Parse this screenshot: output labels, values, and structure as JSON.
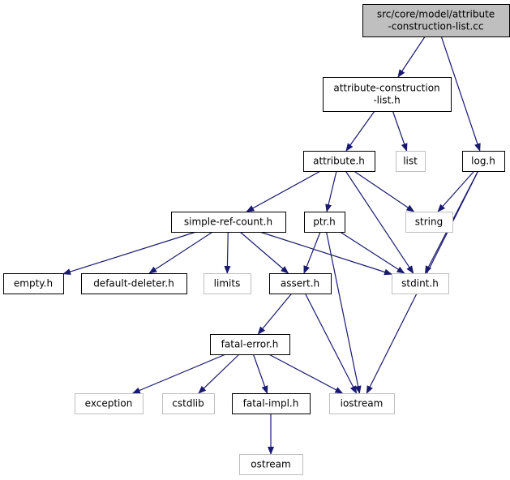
{
  "colors": {
    "edge": "#191970",
    "root_fill": "#bfbfbf",
    "root_border": "#000000",
    "node_border": "#000000",
    "external_border": "#bfbfbf",
    "text": "#000000",
    "external_text": "#000000"
  },
  "nodes": {
    "root": {
      "lines": [
        "src/core/model/attribute",
        "-construction-list.cc"
      ],
      "kind": "root"
    },
    "acl_h": {
      "lines": [
        "attribute-construction",
        "-list.h"
      ],
      "kind": "file"
    },
    "list": {
      "lines": [
        "list"
      ],
      "kind": "external"
    },
    "log_h": {
      "lines": [
        "log.h"
      ],
      "kind": "file"
    },
    "attribute_h": {
      "lines": [
        "attribute.h"
      ],
      "kind": "file"
    },
    "simple_ref_count_h": {
      "lines": [
        "simple-ref-count.h"
      ],
      "kind": "file"
    },
    "ptr_h": {
      "lines": [
        "ptr.h"
      ],
      "kind": "file"
    },
    "string": {
      "lines": [
        "string"
      ],
      "kind": "external"
    },
    "empty_h": {
      "lines": [
        "empty.h"
      ],
      "kind": "file"
    },
    "default_deleter_h": {
      "lines": [
        "default-deleter.h"
      ],
      "kind": "file"
    },
    "limits": {
      "lines": [
        "limits"
      ],
      "kind": "external"
    },
    "assert_h": {
      "lines": [
        "assert.h"
      ],
      "kind": "file"
    },
    "stdint_h": {
      "lines": [
        "stdint.h"
      ],
      "kind": "external"
    },
    "fatal_error_h": {
      "lines": [
        "fatal-error.h"
      ],
      "kind": "file"
    },
    "exception": {
      "lines": [
        "exception"
      ],
      "kind": "external"
    },
    "cstdlib": {
      "lines": [
        "cstdlib"
      ],
      "kind": "external"
    },
    "fatal_impl_h": {
      "lines": [
        "fatal-impl.h"
      ],
      "kind": "file"
    },
    "iostream": {
      "lines": [
        "iostream"
      ],
      "kind": "external"
    },
    "ostream": {
      "lines": [
        "ostream"
      ],
      "kind": "external"
    }
  },
  "edges": [
    [
      "root",
      "acl_h"
    ],
    [
      "root",
      "log_h"
    ],
    [
      "acl_h",
      "attribute_h"
    ],
    [
      "acl_h",
      "list"
    ],
    [
      "attribute_h",
      "simple_ref_count_h"
    ],
    [
      "attribute_h",
      "ptr_h"
    ],
    [
      "attribute_h",
      "string"
    ],
    [
      "attribute_h",
      "stdint_h"
    ],
    [
      "log_h",
      "string"
    ],
    [
      "log_h",
      "stdint_h"
    ],
    [
      "log_h",
      "iostream"
    ],
    [
      "simple_ref_count_h",
      "empty_h"
    ],
    [
      "simple_ref_count_h",
      "default_deleter_h"
    ],
    [
      "simple_ref_count_h",
      "limits"
    ],
    [
      "simple_ref_count_h",
      "assert_h"
    ],
    [
      "simple_ref_count_h",
      "stdint_h"
    ],
    [
      "ptr_h",
      "assert_h"
    ],
    [
      "ptr_h",
      "stdint_h"
    ],
    [
      "ptr_h",
      "iostream"
    ],
    [
      "assert_h",
      "fatal_error_h"
    ],
    [
      "assert_h",
      "iostream"
    ],
    [
      "fatal_error_h",
      "exception"
    ],
    [
      "fatal_error_h",
      "cstdlib"
    ],
    [
      "fatal_error_h",
      "fatal_impl_h"
    ],
    [
      "fatal_error_h",
      "iostream"
    ],
    [
      "fatal_impl_h",
      "ostream"
    ]
  ]
}
